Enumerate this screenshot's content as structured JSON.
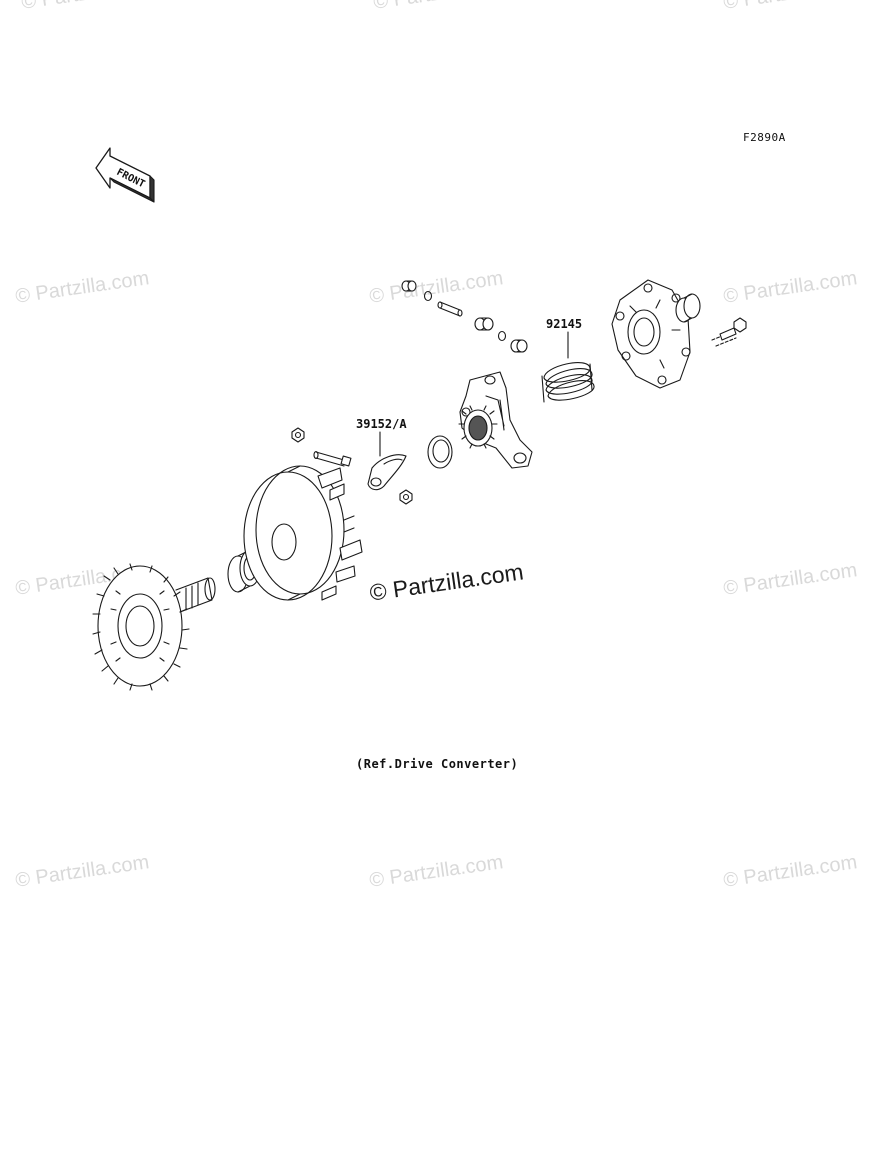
{
  "figure_code": "F2890A",
  "front_arrow_text": "FRONT",
  "callouts": {
    "spring": "92145",
    "weight": "39152/A"
  },
  "caption": "(Ref.Drive Converter)",
  "watermark_main": "© Partzilla.com",
  "watermark_faint": "© Partzilla.com",
  "colors": {
    "line": "#1a1a1a",
    "watermark": "#d9d9d9"
  }
}
